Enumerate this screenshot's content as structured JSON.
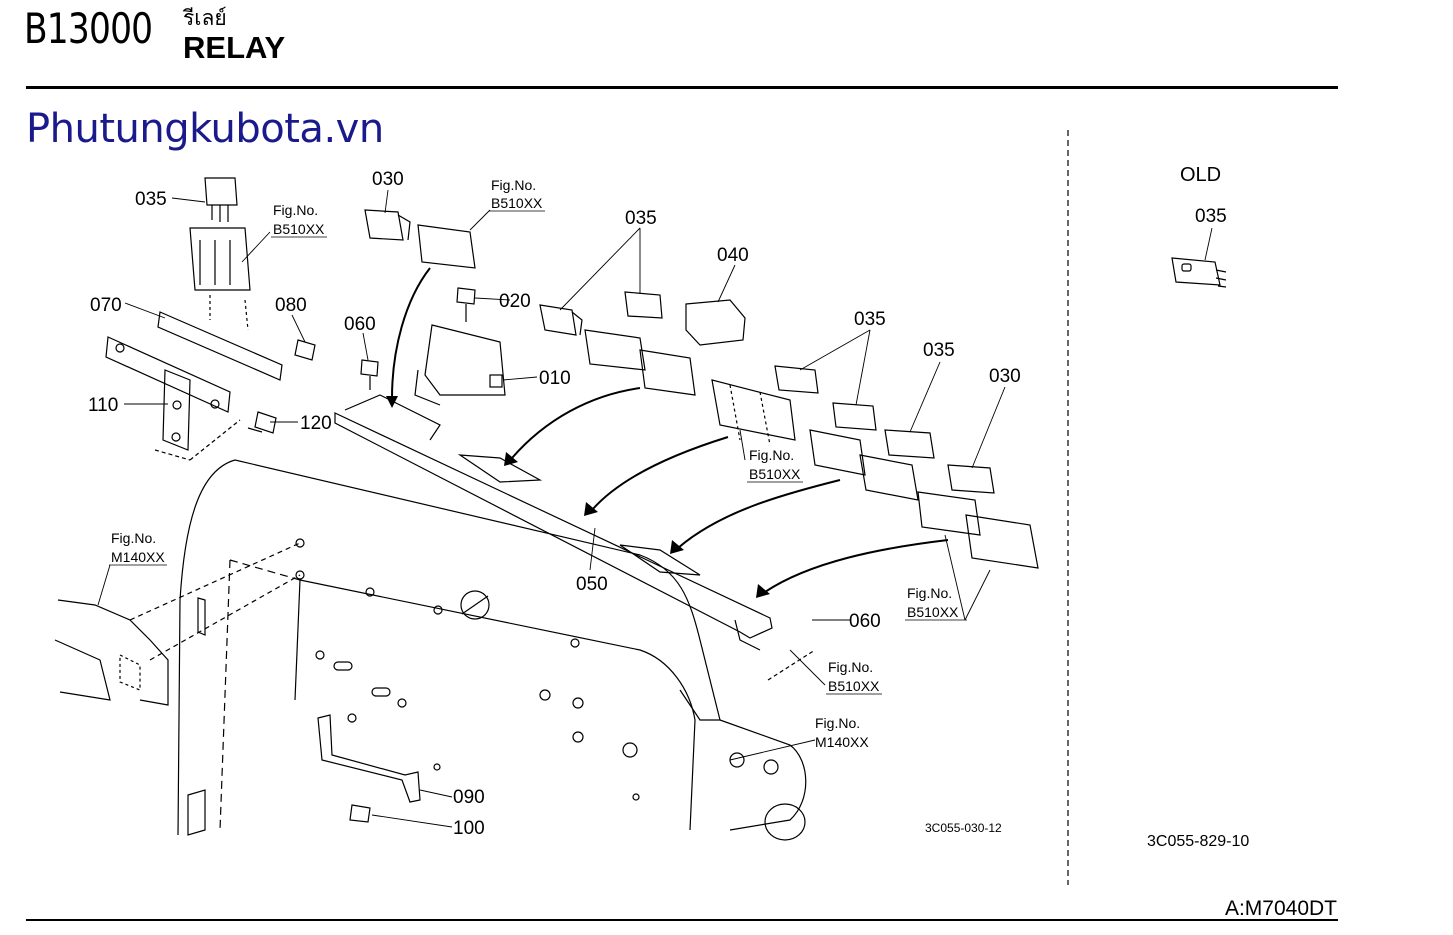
{
  "header": {
    "code": "B13000",
    "title_thai": "รีเลย์",
    "title": "RELAY"
  },
  "brand": "Phutungkubota.vn",
  "old_label": "OLD",
  "model": "A:M7040DT",
  "drawing_numbers": {
    "main": "3C055-030-12",
    "old": "3C055-829-10"
  },
  "callouts": {
    "p010": "010",
    "p020": "020",
    "p030a": "030",
    "p030b": "030",
    "p035a": "035",
    "p035b": "035",
    "p035c": "035",
    "p035d": "035",
    "p035old": "035",
    "p040": "040",
    "p050": "050",
    "p060a": "060",
    "p060b": "060",
    "p070": "070",
    "p080": "080",
    "p090": "090",
    "p100": "100",
    "p110": "110",
    "p120": "120"
  },
  "fig_refs": {
    "label": "Fig.No.",
    "r1": "B510XX",
    "r2": "B510XX",
    "r3": "B510XX",
    "r4": "B510XX",
    "r5": "B510XX",
    "r6": "M140XX",
    "r7": "M140XX"
  }
}
